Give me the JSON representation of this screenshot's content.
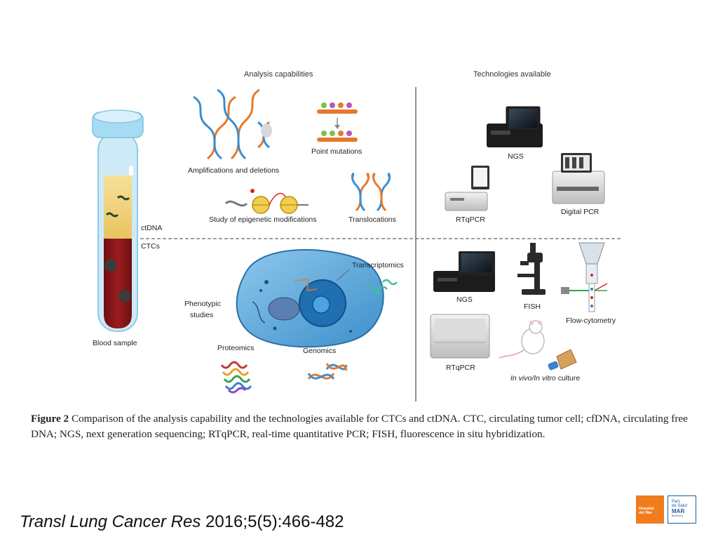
{
  "headers": {
    "analysis": "Analysis capabilities",
    "technologies": "Technologies available"
  },
  "tube": {
    "blood_label": "Blood sample",
    "ctdna_label": "ctDNA",
    "ctcs_label": "CTCs"
  },
  "analysis_top": {
    "amplifications": "Amplifications and deletions",
    "point_mutations": "Point mutations",
    "epigenetic": "Study of epigenetic modifications",
    "translocations": "Translocations"
  },
  "analysis_bottom": {
    "transcriptomics": "Transcriptomics",
    "phenotypic_1": "Phenotypic",
    "phenotypic_2": "studies",
    "proteomics": "Proteomics",
    "genomics": "Genomics"
  },
  "tech_top": {
    "ngs": "NGS",
    "rtqpcr": "RTqPCR",
    "digital_pcr": "Digital PCR"
  },
  "tech_bottom": {
    "ngs": "NGS",
    "fish": "FISH",
    "flow": "Flow-cytometry",
    "rtqpcr": "RTqPCR",
    "culture_italic": "In vivo/In vitro",
    "culture_rest": " culture"
  },
  "caption": {
    "figure_label": "Figure 2",
    "text": " Comparison of the analysis capability and the technologies available for CTCs and ctDNA. CTC, circulating tumor cell; cfDNA, circulating free DNA; NGS, next generation sequencing; RTqPCR, real-time quantitative PCR; FISH, fluorescence in situ hybridization."
  },
  "citation": {
    "journal": "Transl Lung Cancer Res",
    "ref": " 2016;5(5):466-482"
  },
  "logos": {
    "hospital_1": "Hospital",
    "hospital_2": "del Mar",
    "parc_1": "Parc",
    "parc_2": "de Salut",
    "parc_mar": "MAR",
    "parc_city": "Barcelona"
  },
  "colors": {
    "blood": "#8b1a1a",
    "plasma": "#f3d37a",
    "tube_blue": "#bfe3f5",
    "cell_fill": "#5aa9dc",
    "nucleus": "#2f7fbf",
    "dna_orange": "#e8782a",
    "dna_blue": "#3a8fd1",
    "logo_orange": "#f07c1b",
    "logo_blue": "#1b5d9b"
  }
}
